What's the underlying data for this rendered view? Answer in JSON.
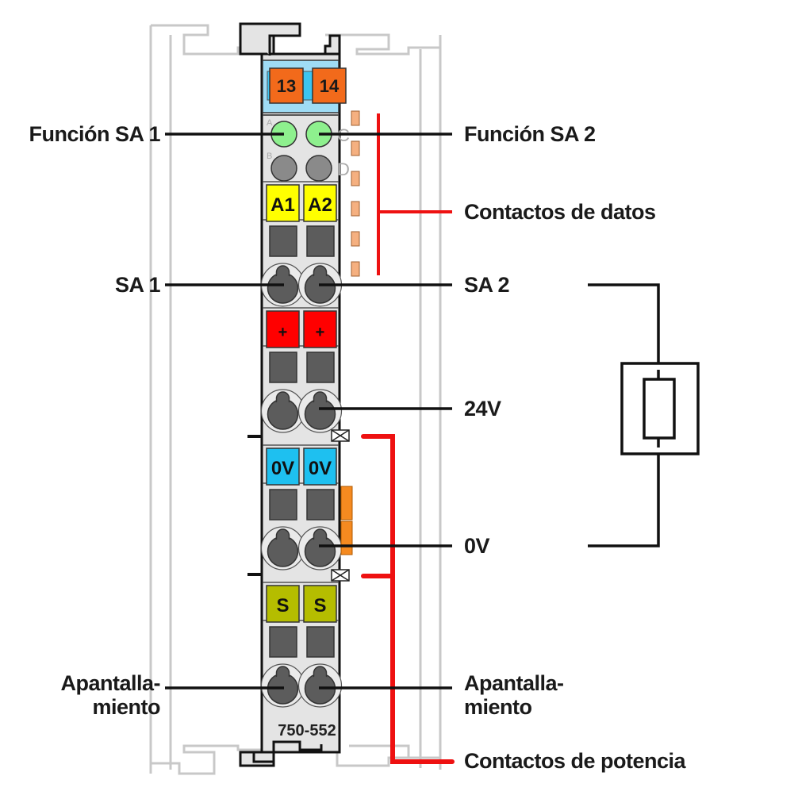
{
  "module": {
    "part_number": "750-552",
    "top_labels": [
      "13",
      "14"
    ],
    "led_letters": [
      "A",
      "B",
      "C",
      "D"
    ],
    "terminal_rows": [
      {
        "labels": [
          "A1",
          "A2"
        ],
        "color": "#ffff00"
      },
      {
        "labels": [
          "+",
          "+"
        ],
        "color": "#ff0000"
      },
      {
        "labels": [
          "0V",
          "0V"
        ],
        "color": "#1ec0f0"
      },
      {
        "labels": [
          "S",
          "S"
        ],
        "color": "#b5bd00"
      }
    ]
  },
  "labels": {
    "left": {
      "funcion_sa1": "Función SA 1",
      "sa1": "SA 1",
      "apantallamiento": "Apantalla-\nmiento"
    },
    "right": {
      "funcion_sa2": "Función SA 2",
      "contactos_datos": "Contactos de datos",
      "sa2": "SA 2",
      "v24": "24V",
      "v0": "0V",
      "apantallamiento": "Apantalla-\nmiento",
      "contactos_potencia": "Contactos de potencia"
    }
  },
  "colors": {
    "housing": "#e4e4e4",
    "header_blue": "#9fdcf5",
    "top_orange": "#f26a1b",
    "led_green": "#8ef08e",
    "led_gray": "#8a8a8a",
    "data_contact": "#f5b080",
    "power_bracket": "#ff0000",
    "terminal_dark": "#5c5c5c",
    "rail": "#c8c8c8"
  }
}
